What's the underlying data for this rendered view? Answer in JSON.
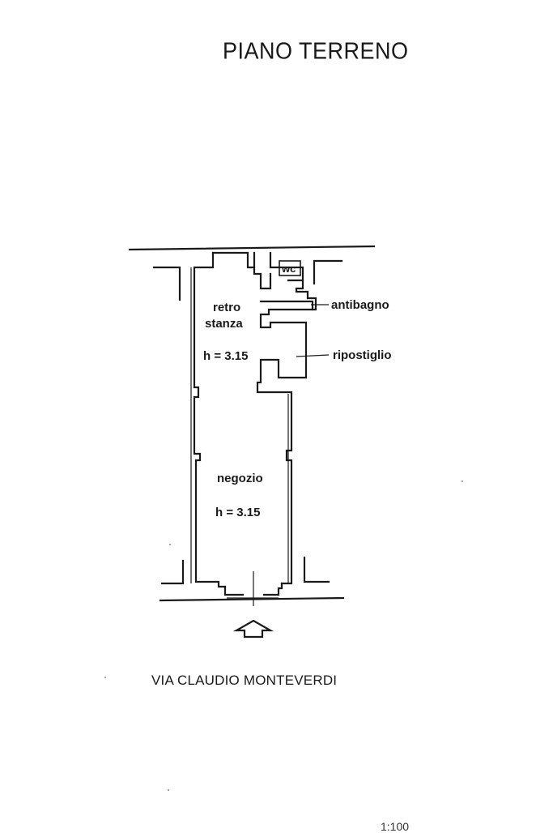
{
  "title": "PIANO TERRENO",
  "street": "VIA CLAUDIO MONTEVERDI",
  "rooms": {
    "wc": "wc",
    "retro_line1": "retro",
    "retro_line2": "stanza",
    "retro_height": "h = 3.15",
    "antibagno": "antibagno",
    "ripostiglio": "ripostiglio",
    "negozio": "negozio",
    "negozio_height": "h = 3.15"
  },
  "corner_text": "1:100",
  "icons": {
    "entrance": "entrance-arrow-icon"
  }
}
